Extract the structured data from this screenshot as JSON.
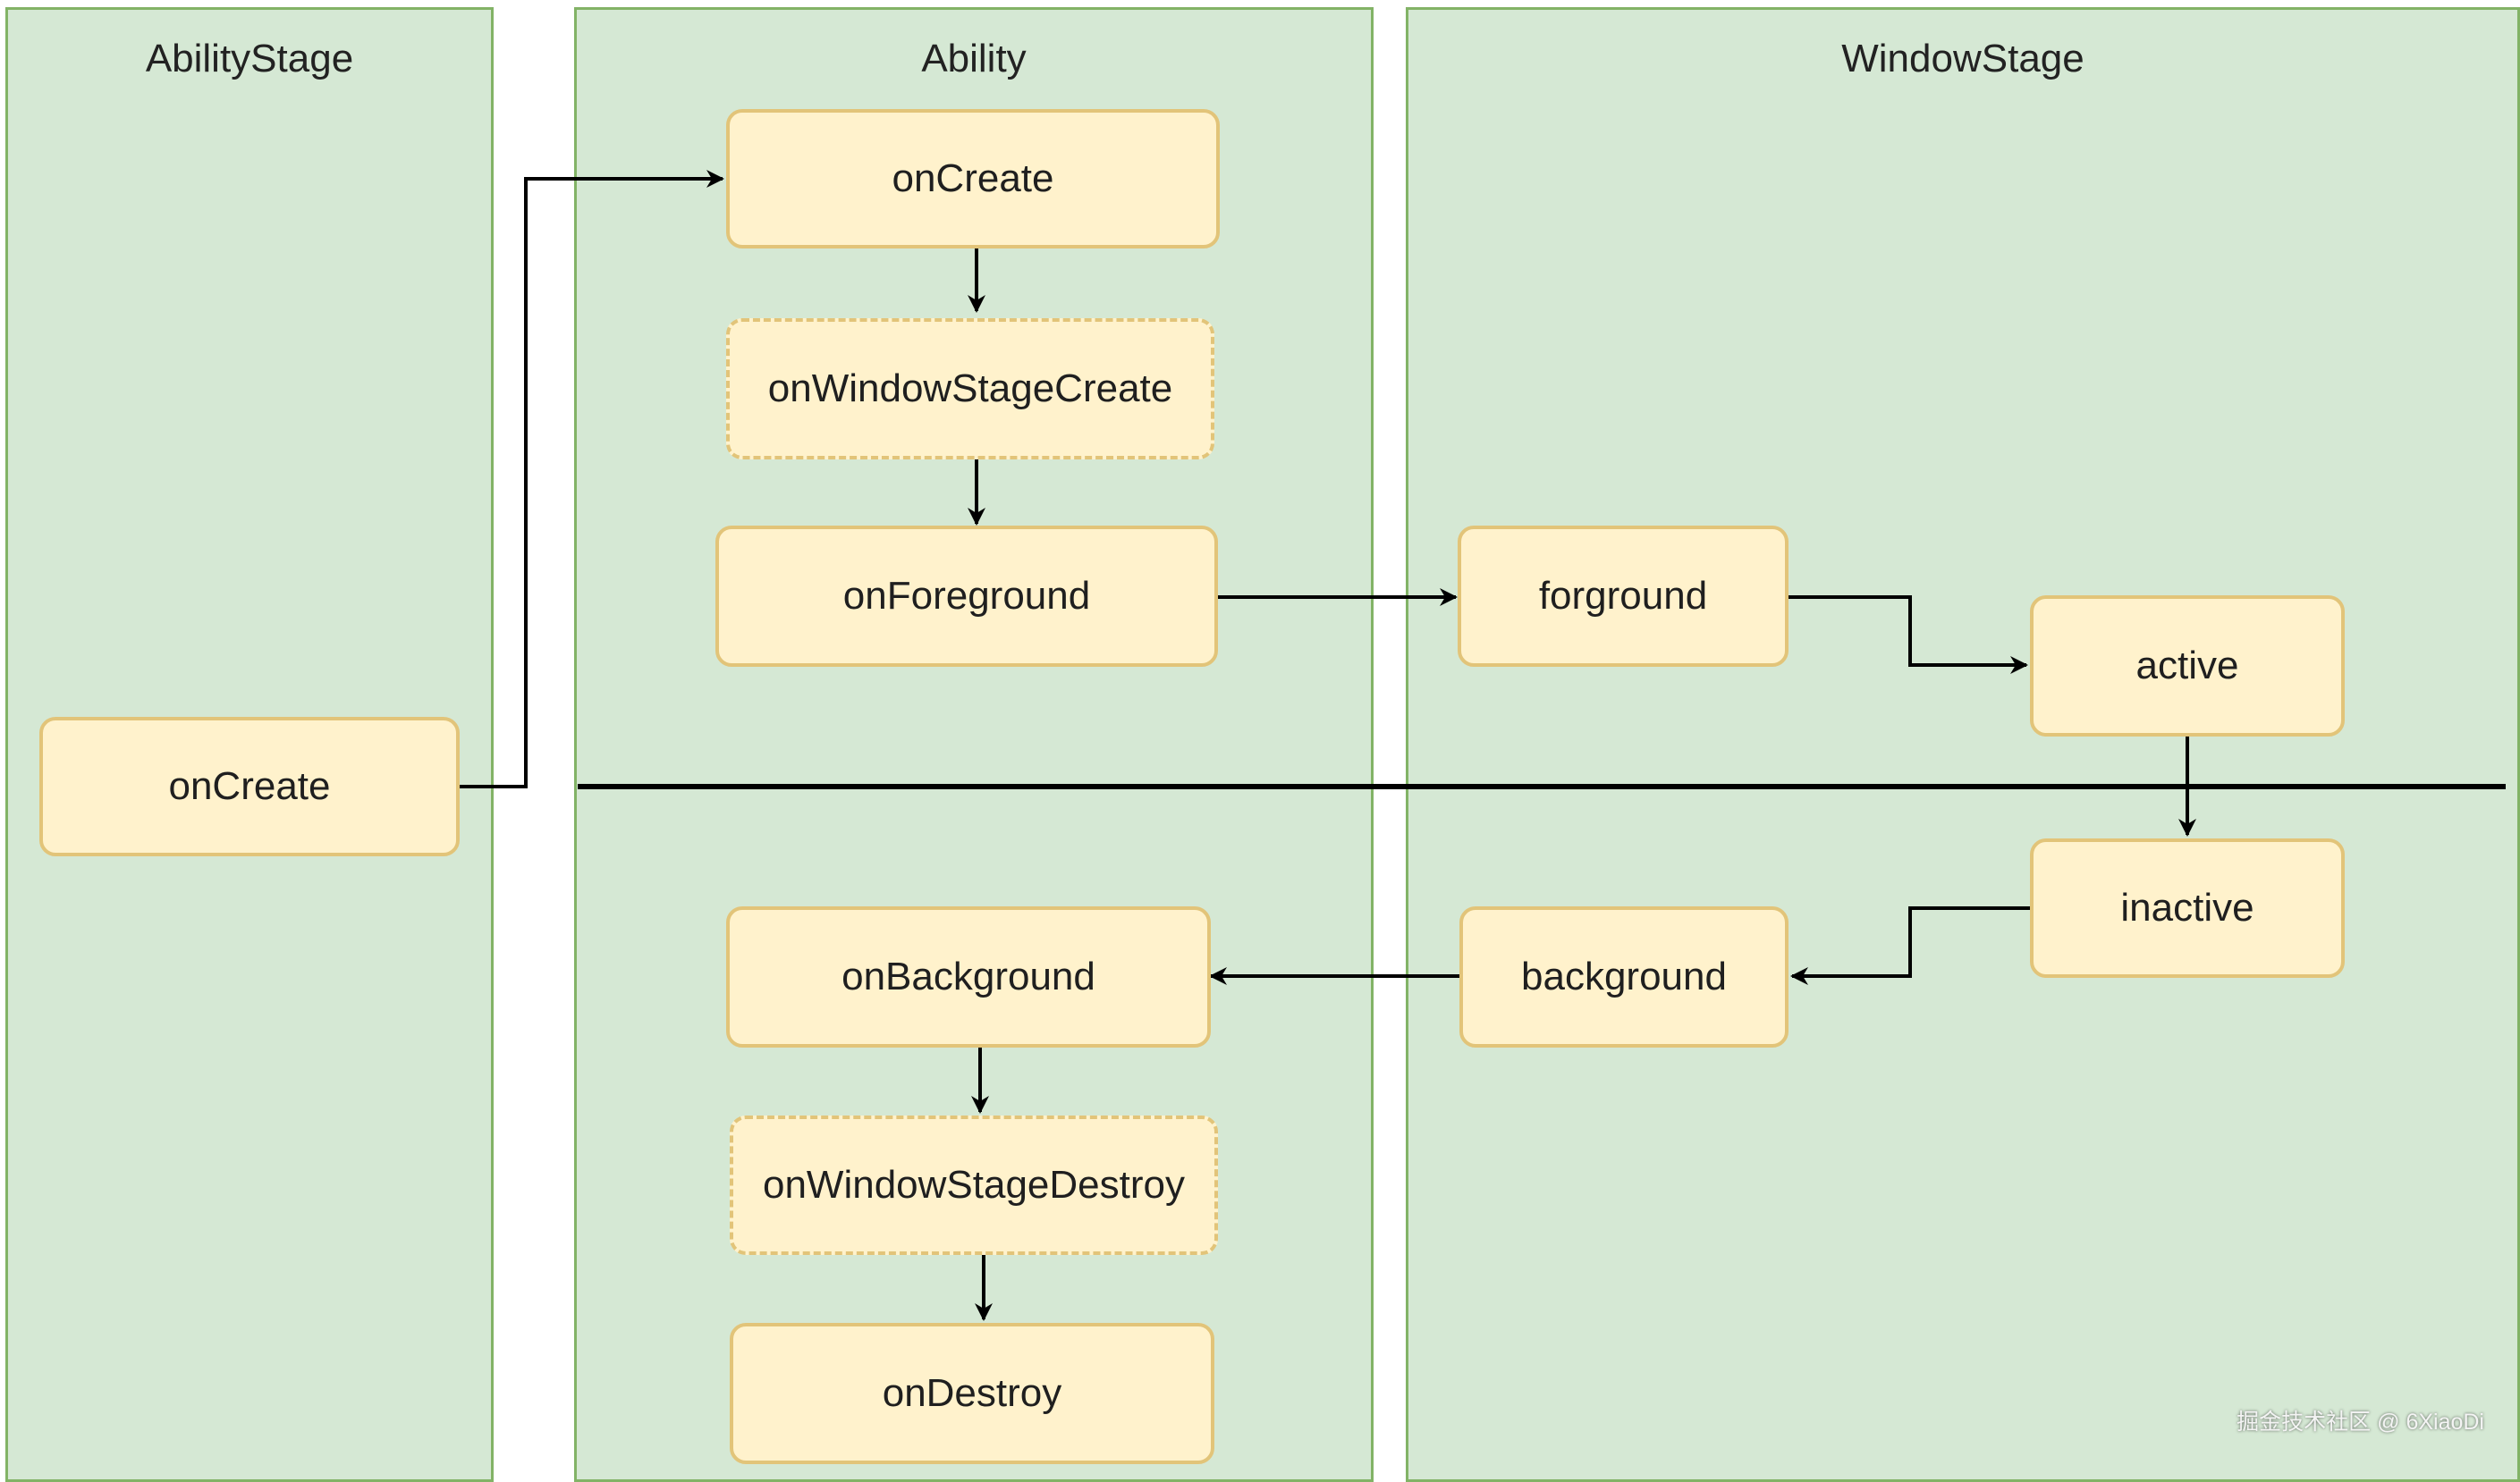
{
  "lanes": {
    "ability_stage": {
      "title": "AbilityStage"
    },
    "ability": {
      "title": "Ability"
    },
    "window_stage": {
      "title": "WindowStage"
    }
  },
  "nodes": {
    "stage_on_create": "onCreate",
    "ability_on_create": "onCreate",
    "on_window_stage_create": "onWindowStageCreate",
    "on_foreground": "onForeground",
    "on_background": "onBackground",
    "on_window_stage_destroy": "onWindowStageDestroy",
    "on_destroy": "onDestroy",
    "forground": "forground",
    "active": "active",
    "inactive": "inactive",
    "background": "background"
  },
  "watermark": "掘金技术社区 @ 6XiaoDi",
  "colors": {
    "lane_fill": "#d5e8d4",
    "lane_border": "#82b366",
    "node_fill": "#fff2cc",
    "node_border": "#e2c479",
    "connector": "#000000"
  }
}
